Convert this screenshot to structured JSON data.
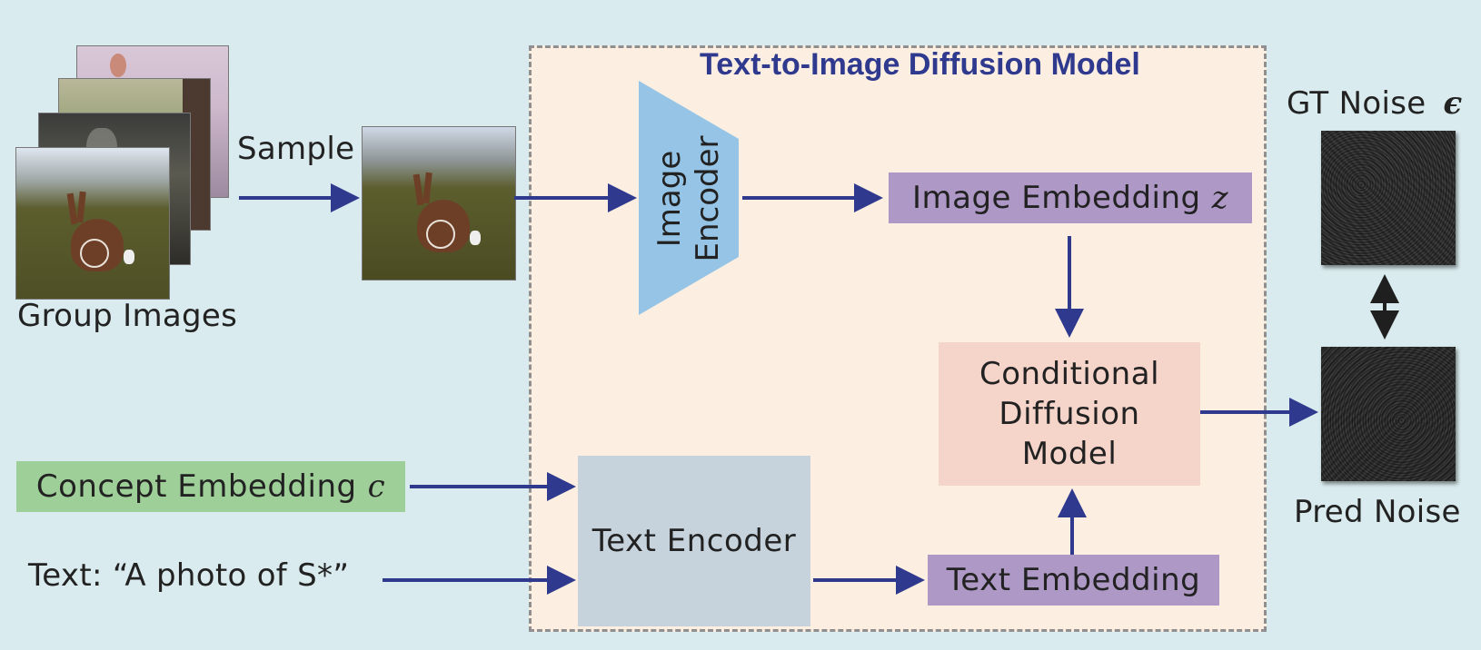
{
  "title": "Text-to-Image Diffusion Model",
  "labels": {
    "sample": "Sample",
    "group_images": "Group Images",
    "gt_noise": "GT Noise",
    "gt_noise_symbol": "ϵ",
    "pred_noise": "Pred Noise",
    "text_prompt": "Text: “A photo of S*”"
  },
  "boxes": {
    "image_encoder_line1": "Image",
    "image_encoder_line2": "Encoder",
    "image_embedding": "Image Embedding",
    "image_embedding_symbol": "z",
    "concept_embedding": "Concept Embedding",
    "concept_embedding_symbol": "c",
    "text_encoder": "Text Encoder",
    "text_embedding": "Text Embedding",
    "diffusion_line1": "Conditional",
    "diffusion_line2": "Diffusion",
    "diffusion_line3": "Model"
  },
  "colors": {
    "background": "#d9ebee",
    "model_region": "#fcefe2",
    "title": "#2f3a8f",
    "arrow": "#2f3a8f",
    "image_encoder": "#95c4e6",
    "embedding": "#ae98c5",
    "concept": "#9ecf98",
    "text_encoder": "#c6d3dc",
    "diffusion": "#f5d4ca"
  }
}
